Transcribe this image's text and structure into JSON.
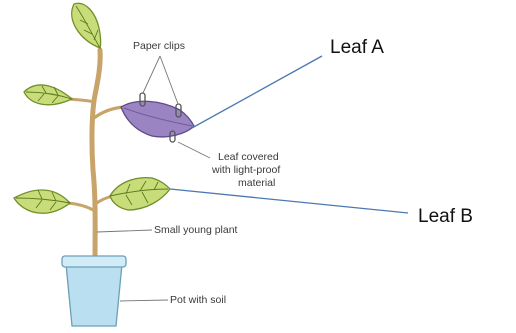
{
  "labels": {
    "paper_clips": "Paper clips",
    "leaf_covered_line1": "Leaf covered",
    "leaf_covered_line2": "with light-proof",
    "leaf_covered_line3": "material",
    "small_young_plant": "Small young plant",
    "pot_with_soil": "Pot with soil",
    "leaf_a": "Leaf A",
    "leaf_b": "Leaf B"
  },
  "colors": {
    "leaf_fill": "#c9dc7a",
    "leaf_edge": "#6f8f2a",
    "covered_leaf": "#9a85c2",
    "stem": "#c8a46a",
    "pot": "#b9dff0",
    "pointer_line": "#4a78b0"
  }
}
